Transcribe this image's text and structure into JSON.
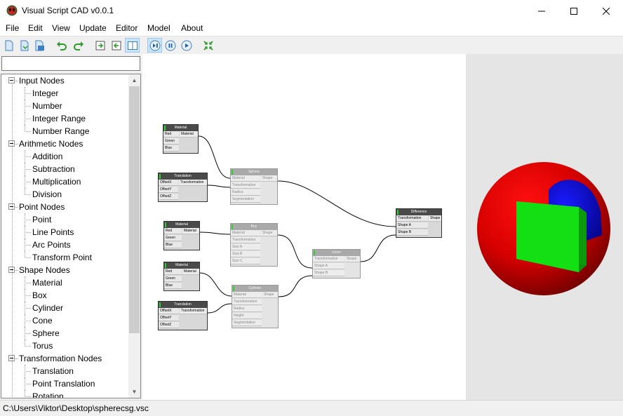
{
  "window": {
    "title": "Visual Script CAD v0.0.1",
    "minimize_glyph": "—",
    "maximize_glyph": "☐",
    "close_glyph": "✕"
  },
  "menu": [
    "File",
    "Edit",
    "View",
    "Update",
    "Editor",
    "Model",
    "About"
  ],
  "toolbar": {
    "buttons": [
      "new-file-icon",
      "open-file-icon",
      "save-file-icon",
      "undo-icon",
      "redo-icon",
      "import-icon",
      "export-icon",
      "toggle-split-view-icon",
      "run-step-icon",
      "pause-icon",
      "play-icon",
      "fit-view-icon"
    ]
  },
  "search": {
    "value": "",
    "placeholder": ""
  },
  "tree": {
    "rows": [
      {
        "label": "Input Nodes",
        "level": 0
      },
      {
        "label": "Integer",
        "level": 1
      },
      {
        "label": "Number",
        "level": 1
      },
      {
        "label": "Integer Range",
        "level": 1
      },
      {
        "label": "Number Range",
        "level": 1
      },
      {
        "label": "Arithmetic Nodes",
        "level": 0
      },
      {
        "label": "Addition",
        "level": 1
      },
      {
        "label": "Subtraction",
        "level": 1
      },
      {
        "label": "Multiplication",
        "level": 1
      },
      {
        "label": "Division",
        "level": 1
      },
      {
        "label": "Point Nodes",
        "level": 0
      },
      {
        "label": "Point",
        "level": 1
      },
      {
        "label": "Line Points",
        "level": 1
      },
      {
        "label": "Arc Points",
        "level": 1
      },
      {
        "label": "Transform Point",
        "level": 1
      },
      {
        "label": "Shape Nodes",
        "level": 0
      },
      {
        "label": "Material",
        "level": 1
      },
      {
        "label": "Box",
        "level": 1
      },
      {
        "label": "Cylinder",
        "level": 1
      },
      {
        "label": "Cone",
        "level": 1
      },
      {
        "label": "Sphere",
        "level": 1
      },
      {
        "label": "Torus",
        "level": 1
      },
      {
        "label": "Transformation Nodes",
        "level": 0
      },
      {
        "label": "Translation",
        "level": 1
      },
      {
        "label": "Point Translation",
        "level": 1
      },
      {
        "label": "Rotation",
        "level": 1
      }
    ]
  },
  "nodes": [
    {
      "id": "material-1",
      "title": "Material",
      "faded": false,
      "inputs": [
        "Red",
        "Green",
        "Blue"
      ],
      "outputs": [
        "Material"
      ]
    },
    {
      "id": "translation-1",
      "title": "Translation",
      "faded": false,
      "inputs": [
        "OffsetX",
        "OffsetY",
        "OffsetZ"
      ],
      "outputs": [
        "Transformation"
      ]
    },
    {
      "id": "sphere",
      "title": "Sphere",
      "faded": true,
      "inputs": [
        "Material",
        "Transformation",
        "Radius",
        "Segmentation"
      ],
      "outputs": [
        "Shape"
      ]
    },
    {
      "id": "material-2",
      "title": "Material",
      "faded": false,
      "inputs": [
        "Red",
        "Green",
        "Blue"
      ],
      "outputs": [
        "Material"
      ]
    },
    {
      "id": "box",
      "title": "Box",
      "faded": true,
      "inputs": [
        "Material",
        "Transformation",
        "Size A",
        "Size B",
        "Size C"
      ],
      "outputs": [
        "Shape"
      ]
    },
    {
      "id": "material-3",
      "title": "Material",
      "faded": false,
      "inputs": [
        "Red",
        "Green",
        "Blue"
      ],
      "outputs": [
        "Material"
      ]
    },
    {
      "id": "translation-2",
      "title": "Translation",
      "faded": false,
      "inputs": [
        "OffsetX",
        "OffsetY",
        "OffsetZ"
      ],
      "outputs": [
        "Transformation"
      ]
    },
    {
      "id": "cylinder",
      "title": "Cylinder",
      "faded": true,
      "inputs": [
        "Material",
        "Transformation",
        "Radius",
        "Height",
        "Segmentation"
      ],
      "outputs": [
        "Shape"
      ]
    },
    {
      "id": "union",
      "title": "Union",
      "faded": true,
      "inputs": [
        "Transformation",
        "Shape A",
        "Shape B"
      ],
      "outputs": [
        "Shape"
      ]
    },
    {
      "id": "difference",
      "title": "Difference",
      "faded": false,
      "inputs": [
        "Transformation",
        "Shape A",
        "Shape B"
      ],
      "outputs": [
        "Shape"
      ]
    }
  ],
  "viewer": {
    "colors": {
      "sphere": "#d60000",
      "box": "#12e012",
      "cylinder": "#0a0ad6",
      "background": "#e5e5e5"
    }
  },
  "status": {
    "path": "C:\\Users\\Viktor\\Desktop\\spherecsg.vsc"
  }
}
